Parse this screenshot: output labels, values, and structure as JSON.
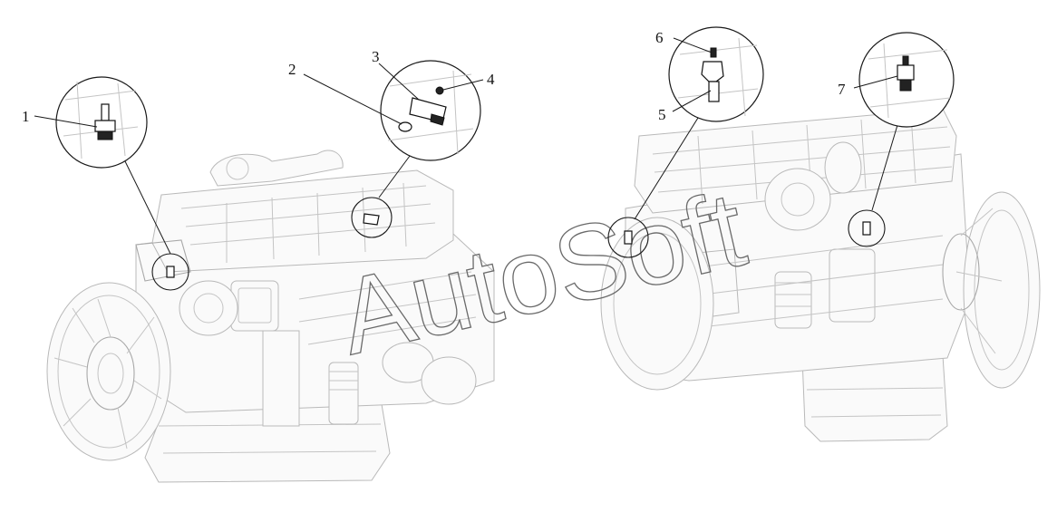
{
  "callouts": [
    {
      "id": "1",
      "label": "1"
    },
    {
      "id": "2",
      "label": "2"
    },
    {
      "id": "3",
      "label": "3"
    },
    {
      "id": "4",
      "label": "4"
    },
    {
      "id": "5",
      "label": "5"
    },
    {
      "id": "6",
      "label": "6"
    },
    {
      "id": "7",
      "label": "7"
    }
  ],
  "watermark": {
    "text": "AutoSoft"
  }
}
